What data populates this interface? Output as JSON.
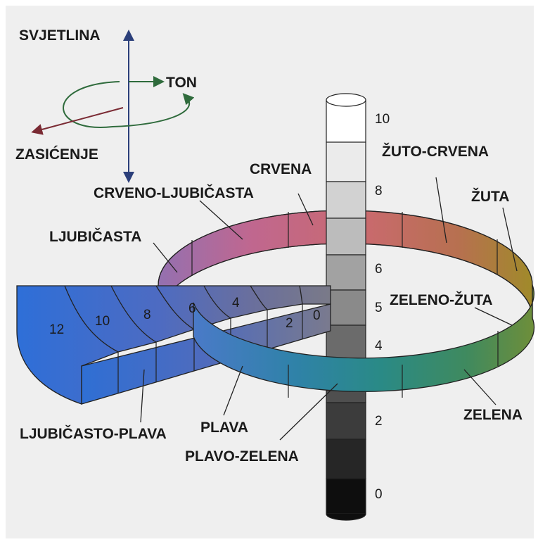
{
  "axes": {
    "lightness": "SVJETLINA",
    "hue": "TON",
    "saturation": "ZASIĆENJE"
  },
  "hues": {
    "red": "CRVENA",
    "yellow_red": "ŽUTO-CRVENA",
    "yellow": "ŽUTA",
    "green_yellow": "ZELENO-ŽUTA",
    "green": "ZELENA",
    "blue_green": "PLAVO-ZELENA",
    "blue": "PLAVA",
    "purple_blue": "LJUBIČASTO-PLAVA",
    "purple": "LJUBIČASTA",
    "red_purple": "CRVENO-LJUBIČASTA"
  },
  "value_scale": [
    "10",
    "8",
    "6",
    "5",
    "4",
    "2",
    "0"
  ],
  "chroma_scale": [
    "12",
    "10",
    "8",
    "6",
    "4",
    "2",
    "0"
  ],
  "colors": {
    "background": "#efefef",
    "lightness_arrow": "#2b3f7a",
    "hue_arrow": "#2f6b3c",
    "saturation_arrow": "#7a2a33"
  }
}
